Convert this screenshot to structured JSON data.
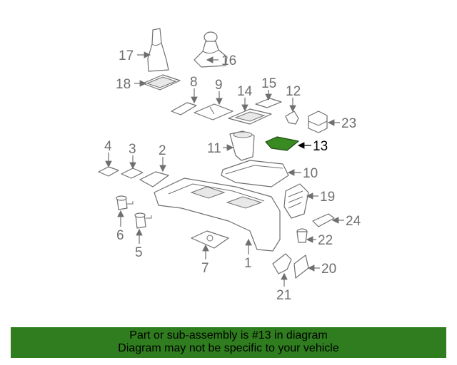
{
  "diagram": {
    "highlighted_part": "13",
    "callouts": [
      "17",
      "16",
      "18",
      "8",
      "9",
      "14",
      "15",
      "12",
      "23",
      "11",
      "13",
      "4",
      "3",
      "2",
      "10",
      "19",
      "24",
      "6",
      "22",
      "5",
      "7",
      "1",
      "20",
      "21"
    ]
  },
  "banner": {
    "line1": "Part or sub-assembly is #13 in diagram",
    "line2": "Diagram may not be specific to your vehicle",
    "color": "#2f7d1e"
  }
}
